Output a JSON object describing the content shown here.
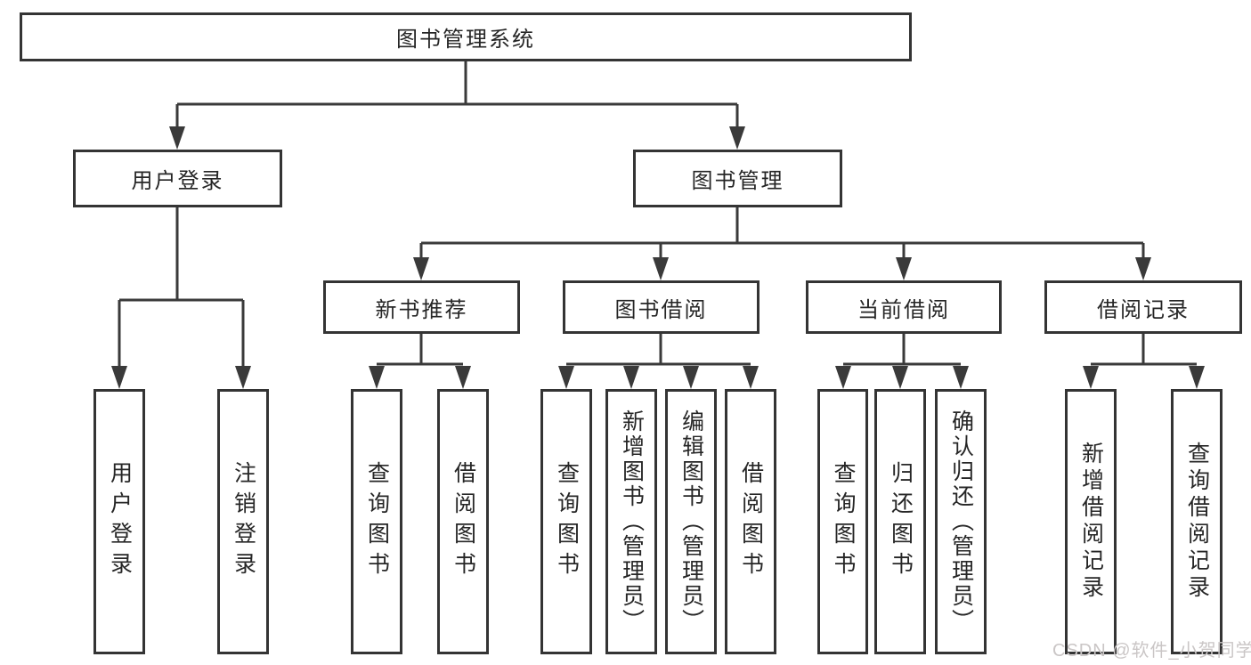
{
  "diagram_type": "hierarchy-tree",
  "colors": {
    "line": "#3a3a3a",
    "border": "#343434",
    "text": "#262626",
    "watermark": "#cac6c6",
    "background": "#ffffff"
  },
  "root": {
    "label": "图书管理系统",
    "children": [
      {
        "label": "用户登录",
        "children": [
          {
            "label": "用户登录"
          },
          {
            "label": "注销登录"
          }
        ]
      },
      {
        "label": "图书管理",
        "children": [
          {
            "label": "新书推荐",
            "children": [
              {
                "label": "查询图书"
              },
              {
                "label": "借阅图书"
              }
            ]
          },
          {
            "label": "图书借阅",
            "children": [
              {
                "label": "查询图书"
              },
              {
                "label": "新增图书（管理员）"
              },
              {
                "label": "编辑图书（管理员）"
              },
              {
                "label": "借阅图书"
              }
            ]
          },
          {
            "label": "当前借阅",
            "children": [
              {
                "label": "查询图书"
              },
              {
                "label": "归还图书"
              },
              {
                "label": "确认归还（管理员）"
              }
            ]
          },
          {
            "label": "借阅记录",
            "children": [
              {
                "label": "新增借阅记录"
              },
              {
                "label": "查询借阅记录"
              }
            ]
          }
        ]
      }
    ]
  },
  "watermark": {
    "text": "CSDN @软件_小贺同学"
  }
}
